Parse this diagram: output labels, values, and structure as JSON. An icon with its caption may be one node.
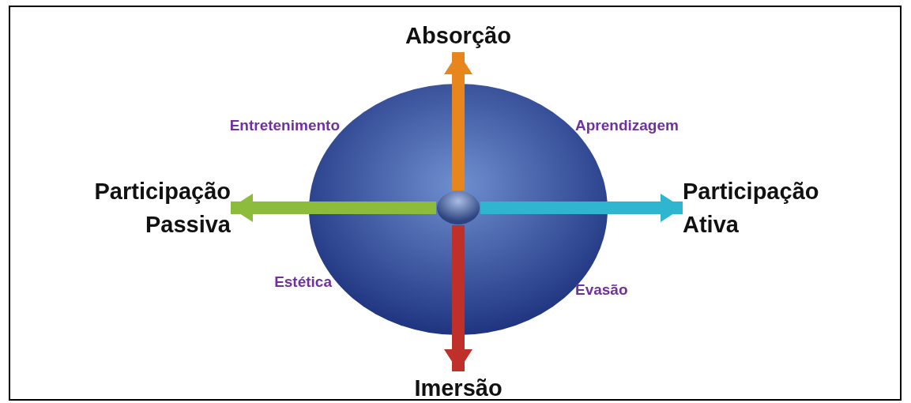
{
  "diagram": {
    "nodes": [
      {
        "text": [],
        "shape": "circle"
      },
      {
        "text": [],
        "shape": "circle",
        "in": 0
      },
      {
        "text": [
          "Absorção"
        ]
      },
      {
        "text": [
          "Participação Passiva"
        ]
      },
      {
        "text": [
          "Participação Ativa"
        ]
      },
      {
        "text": [
          "Imersão"
        ]
      }
    ],
    "edges": [
      {
        "from": 1,
        "to": 2,
        "arrow": "to",
        "color": "#e8861e"
      },
      {
        "from": 1,
        "to": 3,
        "arrow": "to",
        "color": "#8dbb3c"
      },
      {
        "from": 1,
        "to": 4,
        "arrow": "to",
        "color": "#2fb5d0"
      },
      {
        "from": 1,
        "to": 5,
        "arrow": "to",
        "color": "#c0302a"
      }
    ],
    "labels": [
      "Entretenimento",
      "Aprendizagem",
      "Estética",
      "Evasão"
    ]
  }
}
